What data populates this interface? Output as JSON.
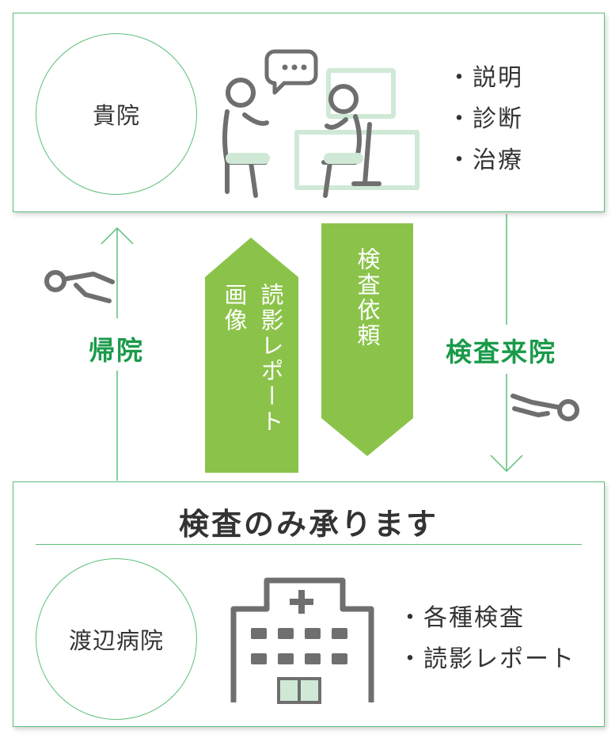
{
  "top": {
    "circle_label": "貴院",
    "bullets": [
      "説明",
      "診断",
      "治療"
    ]
  },
  "flow": {
    "return_label": "帰院",
    "visit_label": "検査来院",
    "report_arrow_col1": "画像",
    "report_arrow_col2": "読影レポート",
    "request_arrow": "検査依頼"
  },
  "bottom": {
    "title": "検査のみ承ります",
    "circle_label": "渡辺病院",
    "bullets": [
      "各種検査",
      "読影レポート"
    ]
  },
  "colors": {
    "accent_green": "#8bc34a",
    "line_green": "#5cbf7a",
    "label_green": "#1a9a4a",
    "icon_gray": "#6f6f6f",
    "icon_mint": "#cfe9d6"
  }
}
